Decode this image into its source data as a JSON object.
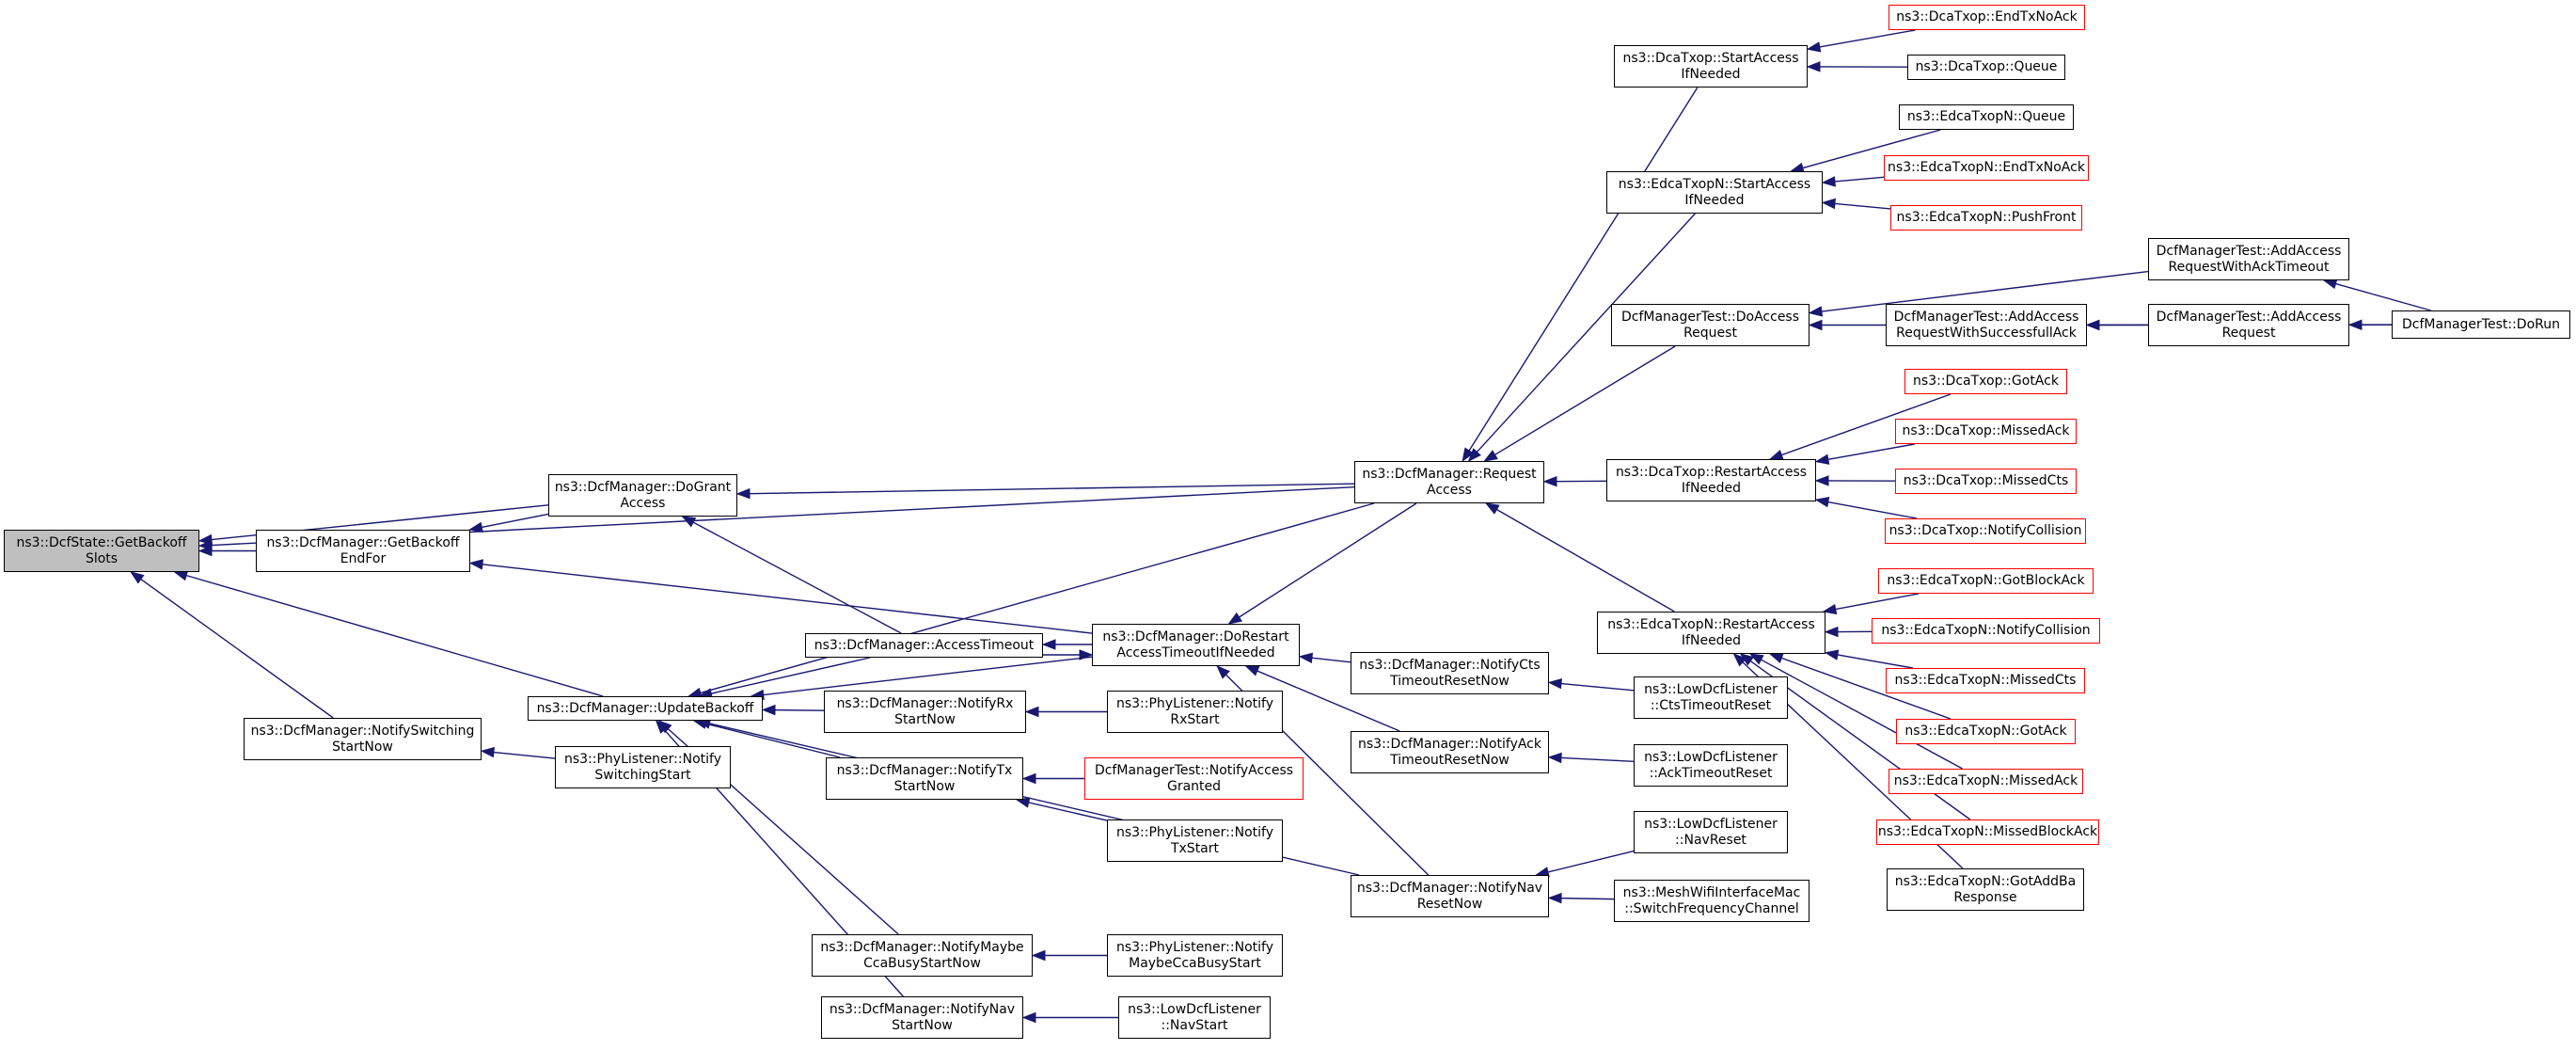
{
  "graph": {
    "colors": {
      "edge": "#191970",
      "node_border": "#000000",
      "node_border_missing": "#ff0000",
      "focus_fill": "#bfbfbf"
    },
    "nodes": [
      {
        "id": "n0",
        "label": "ns3::DcfState::GetBackoff\nSlots",
        "style": "focus"
      },
      {
        "id": "n1",
        "label": "ns3::DcfManager::GetBackoff\nEndFor",
        "style": "normal"
      },
      {
        "id": "n2",
        "label": "ns3::DcfManager::DoGrant\nAccess",
        "style": "normal"
      },
      {
        "id": "n3",
        "label": "ns3::DcfManager::Request\nAccess",
        "style": "normal"
      },
      {
        "id": "n4",
        "label": "ns3::DcfManager::UpdateBackoff",
        "style": "normal"
      },
      {
        "id": "n5",
        "label": "ns3::DcfManager::NotifySwitching\nStartNow",
        "style": "normal"
      },
      {
        "id": "n6",
        "label": "ns3::PhyListener::Notify\nSwitchingStart",
        "style": "normal"
      },
      {
        "id": "n7",
        "label": "ns3::DcfManager::AccessTimeout",
        "style": "normal"
      },
      {
        "id": "n8",
        "label": "ns3::DcfManager::DoRestart\nAccessTimeoutIfNeeded",
        "style": "normal"
      },
      {
        "id": "n9",
        "label": "ns3::DcfManager::NotifyRx\nStartNow",
        "style": "normal"
      },
      {
        "id": "n10",
        "label": "ns3::PhyListener::Notify\nRxStart",
        "style": "normal"
      },
      {
        "id": "n11",
        "label": "ns3::DcfManager::NotifyTx\nStartNow",
        "style": "normal"
      },
      {
        "id": "n12",
        "label": "DcfManagerTest::NotifyAccess\nGranted",
        "style": "missing"
      },
      {
        "id": "n13",
        "label": "ns3::PhyListener::Notify\nTxStart",
        "style": "normal"
      },
      {
        "id": "n14",
        "label": "ns3::DcfManager::NotifyMaybe\nCcaBusyStartNow",
        "style": "normal"
      },
      {
        "id": "n15",
        "label": "ns3::PhyListener::Notify\nMaybeCcaBusyStart",
        "style": "normal"
      },
      {
        "id": "n16",
        "label": "ns3::DcfManager::NotifyNav\nStartNow",
        "style": "normal"
      },
      {
        "id": "n17",
        "label": "ns3::LowDcfListener\n::NavStart",
        "style": "normal"
      },
      {
        "id": "n18",
        "label": "ns3::DcfManager::NotifyCts\nTimeoutResetNow",
        "style": "normal"
      },
      {
        "id": "n19",
        "label": "ns3::LowDcfListener\n::CtsTimeoutReset",
        "style": "normal"
      },
      {
        "id": "n20",
        "label": "ns3::DcfManager::NotifyAck\nTimeoutResetNow",
        "style": "normal"
      },
      {
        "id": "n21",
        "label": "ns3::LowDcfListener\n::AckTimeoutReset",
        "style": "normal"
      },
      {
        "id": "n22",
        "label": "ns3::DcfManager::NotifyNav\nResetNow",
        "style": "normal"
      },
      {
        "id": "n23",
        "label": "ns3::LowDcfListener\n::NavReset",
        "style": "normal"
      },
      {
        "id": "n24",
        "label": "ns3::MeshWifiInterfaceMac\n::SwitchFrequencyChannel",
        "style": "normal"
      },
      {
        "id": "n25",
        "label": "ns3::DcaTxop::StartAccess\nIfNeeded",
        "style": "normal"
      },
      {
        "id": "n26",
        "label": "ns3::DcaTxop::EndTxNoAck",
        "style": "missing"
      },
      {
        "id": "n27",
        "label": "ns3::DcaTxop::Queue",
        "style": "normal"
      },
      {
        "id": "n28",
        "label": "ns3::EdcaTxopN::StartAccess\nIfNeeded",
        "style": "normal"
      },
      {
        "id": "n29",
        "label": "ns3::EdcaTxopN::Queue",
        "style": "normal"
      },
      {
        "id": "n30",
        "label": "ns3::EdcaTxopN::EndTxNoAck",
        "style": "missing"
      },
      {
        "id": "n31",
        "label": "ns3::EdcaTxopN::PushFront",
        "style": "missing"
      },
      {
        "id": "n32",
        "label": "DcfManagerTest::DoAccess\nRequest",
        "style": "normal"
      },
      {
        "id": "n33",
        "label": "DcfManagerTest::AddAccess\nRequestWithAckTimeout",
        "style": "normal"
      },
      {
        "id": "n34",
        "label": "DcfManagerTest::AddAccess\nRequestWithSuccessfullAck",
        "style": "normal"
      },
      {
        "id": "n35",
        "label": "DcfManagerTest::AddAccess\nRequest",
        "style": "normal"
      },
      {
        "id": "n36",
        "label": "DcfManagerTest::DoRun",
        "style": "normal"
      },
      {
        "id": "n37",
        "label": "ns3::DcaTxop::RestartAccess\nIfNeeded",
        "style": "normal"
      },
      {
        "id": "n38",
        "label": "ns3::DcaTxop::GotAck",
        "style": "missing"
      },
      {
        "id": "n39",
        "label": "ns3::DcaTxop::MissedAck",
        "style": "missing"
      },
      {
        "id": "n40",
        "label": "ns3::DcaTxop::MissedCts",
        "style": "missing"
      },
      {
        "id": "n41",
        "label": "ns3::DcaTxop::NotifyCollision",
        "style": "missing"
      },
      {
        "id": "n42",
        "label": "ns3::EdcaTxopN::RestartAccess\nIfNeeded",
        "style": "normal"
      },
      {
        "id": "n43",
        "label": "ns3::EdcaTxopN::GotBlockAck",
        "style": "missing"
      },
      {
        "id": "n44",
        "label": "ns3::EdcaTxopN::NotifyCollision",
        "style": "missing"
      },
      {
        "id": "n45",
        "label": "ns3::EdcaTxopN::MissedCts",
        "style": "missing"
      },
      {
        "id": "n46",
        "label": "ns3::EdcaTxopN::GotAck",
        "style": "missing"
      },
      {
        "id": "n47",
        "label": "ns3::EdcaTxopN::MissedAck",
        "style": "missing"
      },
      {
        "id": "n48",
        "label": "ns3::EdcaTxopN::MissedBlockAck",
        "style": "missing"
      },
      {
        "id": "n49",
        "label": "ns3::EdcaTxopN::GotAddBa\nResponse",
        "style": "normal"
      }
    ],
    "edges": [
      {
        "from": "n1",
        "to": "n0"
      },
      {
        "from": "n2",
        "to": "n0"
      },
      {
        "from": "n3",
        "to": "n0"
      },
      {
        "from": "n4",
        "to": "n0"
      },
      {
        "from": "n5",
        "to": "n0"
      },
      {
        "from": "n2",
        "to": "n1"
      },
      {
        "from": "n8",
        "to": "n1"
      },
      {
        "from": "n3",
        "to": "n2"
      },
      {
        "from": "n7",
        "to": "n2"
      },
      {
        "from": "n25",
        "to": "n3"
      },
      {
        "from": "n28",
        "to": "n3"
      },
      {
        "from": "n32",
        "to": "n3"
      },
      {
        "from": "n37",
        "to": "n3"
      },
      {
        "from": "n42",
        "to": "n3"
      },
      {
        "from": "n3",
        "to": "n4"
      },
      {
        "from": "n7",
        "to": "n4"
      },
      {
        "from": "n8",
        "to": "n4"
      },
      {
        "from": "n9",
        "to": "n4"
      },
      {
        "from": "n11",
        "to": "n4"
      },
      {
        "from": "n14",
        "to": "n4"
      },
      {
        "from": "n16",
        "to": "n4"
      },
      {
        "from": "n22",
        "to": "n4"
      },
      {
        "from": "n6",
        "to": "n5"
      },
      {
        "from": "n8",
        "to": "n7"
      },
      {
        "from": "n7",
        "to": "n8"
      },
      {
        "from": "n3",
        "to": "n8"
      },
      {
        "from": "n18",
        "to": "n8"
      },
      {
        "from": "n20",
        "to": "n8"
      },
      {
        "from": "n22",
        "to": "n8"
      },
      {
        "from": "n10",
        "to": "n9"
      },
      {
        "from": "n12",
        "to": "n11"
      },
      {
        "from": "n13",
        "to": "n11"
      },
      {
        "from": "n15",
        "to": "n14"
      },
      {
        "from": "n17",
        "to": "n16"
      },
      {
        "from": "n19",
        "to": "n18"
      },
      {
        "from": "n21",
        "to": "n20"
      },
      {
        "from": "n23",
        "to": "n22"
      },
      {
        "from": "n24",
        "to": "n22"
      },
      {
        "from": "n26",
        "to": "n25"
      },
      {
        "from": "n27",
        "to": "n25"
      },
      {
        "from": "n29",
        "to": "n28"
      },
      {
        "from": "n30",
        "to": "n28"
      },
      {
        "from": "n31",
        "to": "n28"
      },
      {
        "from": "n33",
        "to": "n32"
      },
      {
        "from": "n34",
        "to": "n32"
      },
      {
        "from": "n35",
        "to": "n34"
      },
      {
        "from": "n36",
        "to": "n34"
      },
      {
        "from": "n36",
        "to": "n33"
      },
      {
        "from": "n36",
        "to": "n35"
      },
      {
        "from": "n38",
        "to": "n37"
      },
      {
        "from": "n39",
        "to": "n37"
      },
      {
        "from": "n40",
        "to": "n37"
      },
      {
        "from": "n41",
        "to": "n37"
      },
      {
        "from": "n43",
        "to": "n42"
      },
      {
        "from": "n44",
        "to": "n42"
      },
      {
        "from": "n45",
        "to": "n42"
      },
      {
        "from": "n46",
        "to": "n42"
      },
      {
        "from": "n47",
        "to": "n42"
      },
      {
        "from": "n48",
        "to": "n42"
      },
      {
        "from": "n49",
        "to": "n42"
      }
    ]
  }
}
